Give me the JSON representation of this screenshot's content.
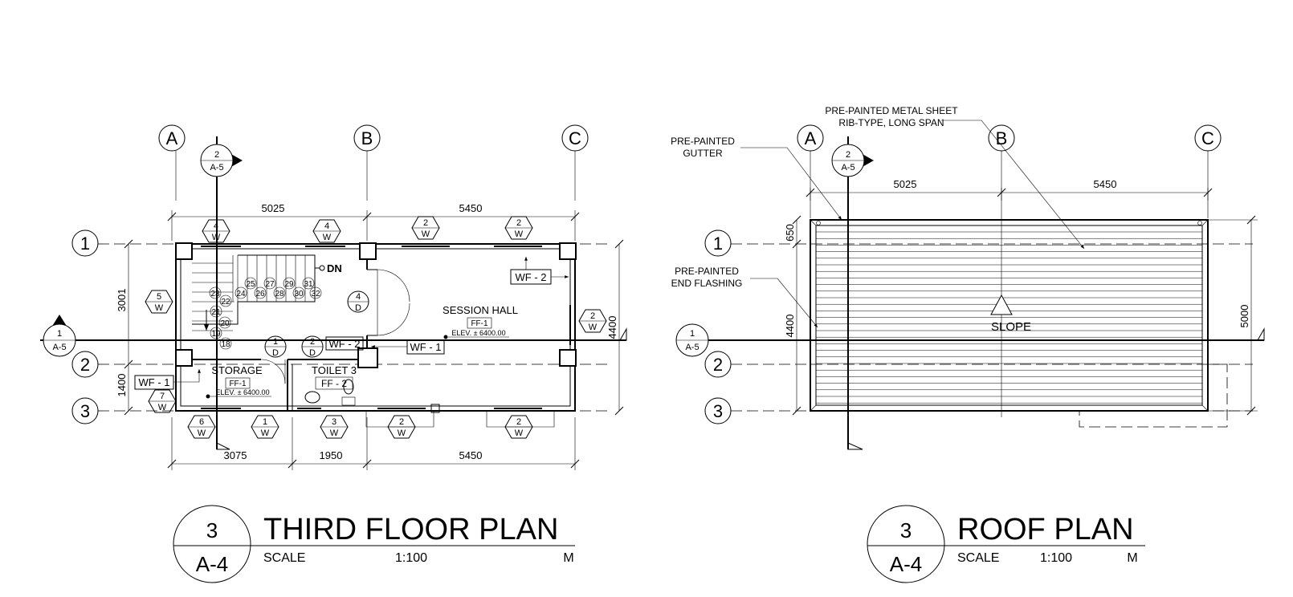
{
  "grid": {
    "columns": [
      "A",
      "B",
      "C"
    ],
    "rows": [
      "1",
      "2",
      "3"
    ]
  },
  "third_floor": {
    "dims_top": [
      "5025",
      "5450"
    ],
    "dims_bottom": [
      "3075",
      "1950",
      "5450"
    ],
    "dims_left": [
      "3001",
      "1400"
    ],
    "dims_right": [
      "4400"
    ],
    "section_top": {
      "num": "2",
      "sheet": "A-5"
    },
    "section_left": {
      "num": "1",
      "sheet": "A-5"
    },
    "windows_top": [
      {
        "num": "4",
        "type": "W"
      },
      {
        "num": "4",
        "type": "W"
      },
      {
        "num": "2",
        "type": "W"
      },
      {
        "num": "2",
        "type": "W"
      }
    ],
    "windows_bottom": [
      {
        "num": "6",
        "type": "W"
      },
      {
        "num": "1",
        "type": "W"
      },
      {
        "num": "3",
        "type": "W"
      },
      {
        "num": "2",
        "type": "W"
      },
      {
        "num": "2",
        "type": "W"
      }
    ],
    "window_left_5": {
      "num": "5",
      "type": "W"
    },
    "window_left_7": {
      "num": "7",
      "type": "W"
    },
    "window_right": {
      "num": "2",
      "type": "W"
    },
    "doors": [
      {
        "num": "4",
        "type": "D"
      },
      {
        "num": "1",
        "type": "D"
      },
      {
        "num": "2",
        "type": "D"
      }
    ],
    "stair_steps": [
      "25",
      "27",
      "29",
      "31",
      "23",
      "22",
      "24",
      "26",
      "28",
      "30",
      "32",
      "21",
      "20",
      "19",
      "18"
    ],
    "dn_label": "DN",
    "session_hall": {
      "name": "SESSION HALL",
      "finish": "FF-1",
      "elev": "ELEV. ± 6400.00"
    },
    "storage": {
      "name": "STORAGE",
      "finish": "FF-1",
      "elev": "ELEV. ± 6400.00"
    },
    "toilet": {
      "name": "TOILET 3",
      "finish": "FF - 2"
    },
    "wall_finish_tags": [
      "WF - 2",
      "WF - 2",
      "WF - 1",
      "WF - 1"
    ],
    "title": {
      "num": "3",
      "sheet": "A-4",
      "name": "THIRD FLOOR PLAN",
      "scale_label": "SCALE",
      "scale": "1:100",
      "unit": "M"
    }
  },
  "roof": {
    "dims_top": [
      "5025",
      "5450"
    ],
    "dims_left": [
      "650",
      "4400"
    ],
    "dims_right": [
      "5000"
    ],
    "section_top": {
      "num": "2",
      "sheet": "A-5"
    },
    "section_left": {
      "num": "1",
      "sheet": "A-5"
    },
    "notes": {
      "gutter_1": "PRE-PAINTED",
      "gutter_2": "GUTTER",
      "sheet_1": "PRE-PAINTED METAL SHEET",
      "sheet_2": "RIB-TYPE, LONG SPAN",
      "flashing_1": "PRE-PAINTED",
      "flashing_2": "END FLASHING"
    },
    "slope_label": "SLOPE",
    "title": {
      "num": "3",
      "sheet": "A-4",
      "name": "ROOF PLAN",
      "scale_label": "SCALE",
      "scale": "1:100",
      "unit": "M"
    }
  }
}
